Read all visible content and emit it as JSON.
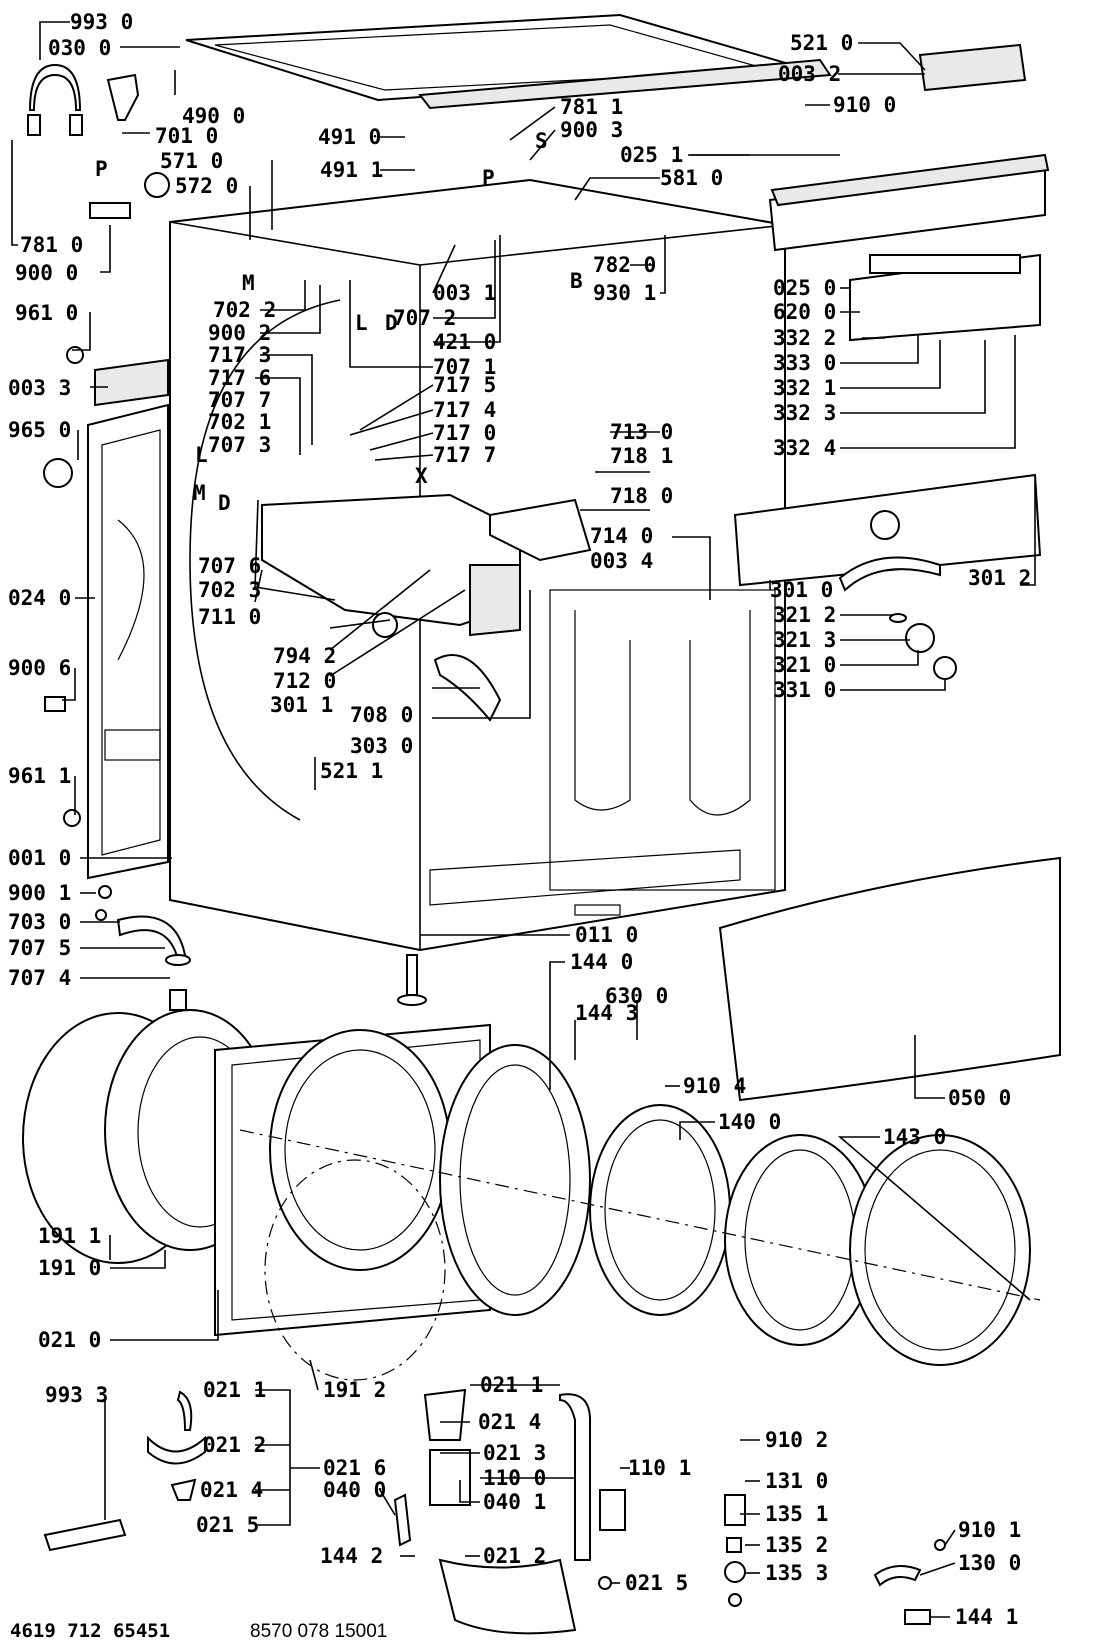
{
  "labels": {
    "p993_0": "993 0",
    "p030_0": "030 0",
    "p490_0": "490 0",
    "p701_0": "701 0",
    "p571_0": "571 0",
    "p572_0": "572 0",
    "p781_0": "781 0",
    "p900_0": "900 0",
    "p961_0": "961 0",
    "p003_3": "003 3",
    "p965_0": "965 0",
    "p024_0": "024 0",
    "p900_6": "900 6",
    "p961_1": "961 1",
    "p001_0": "001 0",
    "p900_1": "900 1",
    "p703_0": "703 0",
    "p707_5": "707 5",
    "p707_4": "707 4",
    "p191_1": "191 1",
    "p191_0": "191 0",
    "p021_0": "021 0",
    "p491_0": "491 0",
    "p491_1": "491 1",
    "p781_1": "781 1",
    "p900_3": "900 3",
    "p025_1": "025 1",
    "p581_0": "581 0",
    "p782_0": "782 0",
    "p930_1": "930 1",
    "p003_1": "003 1",
    "p707_2": "707 2",
    "p421_0": "421 0",
    "p707_1": "707 1",
    "p702_2": "702 2",
    "p900_2": "900 2",
    "p717_3": "717 3",
    "p717_6": "717 6",
    "p707_7": "707 7",
    "p702_1": "702 1",
    "p707_3": "707 3",
    "p717_5": "717 5",
    "p717_4": "717 4",
    "p717_0": "717 0",
    "p717_7": "717 7",
    "p713_0": "713 0",
    "p718_1": "718 1",
    "p718_0": "718 0",
    "p714_0": "714 0",
    "p003_4": "003 4",
    "p707_6": "707 6",
    "p702_3": "702 3",
    "p711_0": "711 0",
    "p794_2": "794 2",
    "p712_0": "712 0",
    "p301_1": "301 1",
    "p708_0": "708 0",
    "p303_0": "303 0",
    "p521_1": "521 1",
    "p011_0": "011 0",
    "p144_0": "144 0",
    "p630_0": "630 0",
    "p144_3": "144 3",
    "p910_4": "910 4",
    "p140_0": "140 0",
    "p143_0": "143 0",
    "p050_0": "050 0",
    "p521_0": "521 0",
    "p003_2": "003 2",
    "p910_0": "910 0",
    "p025_0": "025 0",
    "p620_0": "620 0",
    "p332_2": "332 2",
    "p333_0": "333 0",
    "p332_1": "332 1",
    "p332_3": "332 3",
    "p332_4": "332 4",
    "p301_0": "301 0",
    "p301_2": "301 2",
    "p321_2": "321 2",
    "p321_3": "321 3",
    "p321_0": "321 0",
    "p331_0": "331 0",
    "p993_3": "993 3",
    "p021_1a": "021 1",
    "p021_2a": "021 2",
    "p021_6": "021 6",
    "p021_4a": "021 4",
    "p040_0": "040 0",
    "p021_5a": "021 5",
    "p144_2": "144 2",
    "p191_2": "191 2",
    "p021_1b": "021 1",
    "p021_4b": "021 4",
    "p021_3": "021 3",
    "p110_0": "110 0",
    "p040_1": "040 1",
    "p021_2b": "021 2",
    "p110_1": "110 1",
    "p021_5b": "021 5",
    "p910_2": "910 2",
    "p131_0": "131 0",
    "p135_1": "135 1",
    "p135_2": "135 2",
    "p135_3": "135 3",
    "p910_1": "910 1",
    "p130_0": "130 0",
    "p144_1": "144 1"
  },
  "letters": {
    "P1": "P",
    "P2": "P",
    "S": "S",
    "M1": "M",
    "M2": "M",
    "L1": "L",
    "L2": "L",
    "D1": "D",
    "D2": "D",
    "B": "B",
    "X": "X"
  },
  "footer": {
    "left": "4619 712 65451",
    "right": "8570 078 15001"
  }
}
